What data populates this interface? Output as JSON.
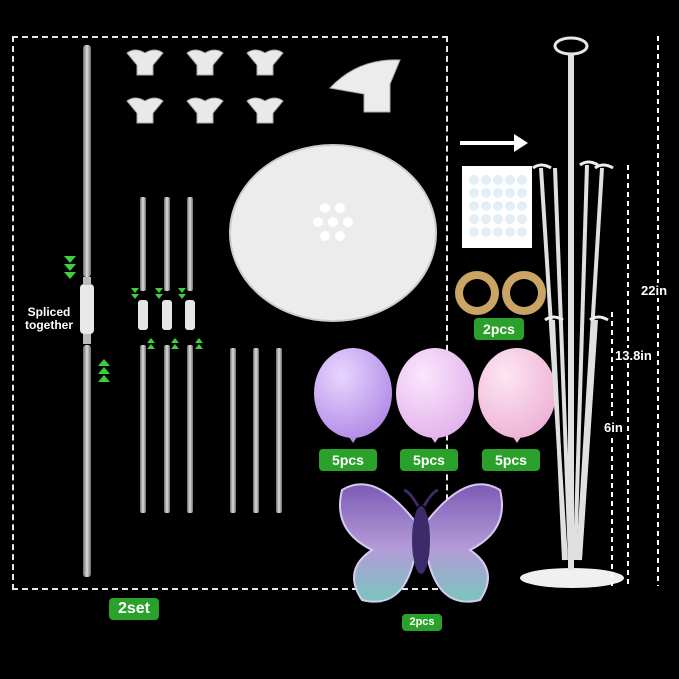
{
  "labels": {
    "spliced": "Spliced together",
    "set_qty": "2set",
    "tape_qty": "2pcs",
    "balloon_qty_1": "5pcs",
    "balloon_qty_2": "5pcs",
    "balloon_qty_3": "5pcs",
    "butterfly_qty": "2pcs",
    "height_total": "22in",
    "height_mid": "13.8in",
    "height_low": "6in"
  },
  "colors": {
    "background": "#000000",
    "badge": "#2aa12a",
    "balloon_purple": "#c9a6ef",
    "balloon_lilac": "#efc7f3",
    "balloon_pink": "#f6c9e6",
    "measure_line": "#ffffff",
    "arrow_green": "#3ecf3e"
  },
  "icons": [
    "balloon-cup-icon",
    "balloon-holder-icon",
    "base-plate-icon",
    "glue-dots-icon",
    "tape-roll-icon",
    "balloon-icon",
    "butterfly-balloon-icon",
    "balloon-stand-icon",
    "arrow-right-icon"
  ]
}
